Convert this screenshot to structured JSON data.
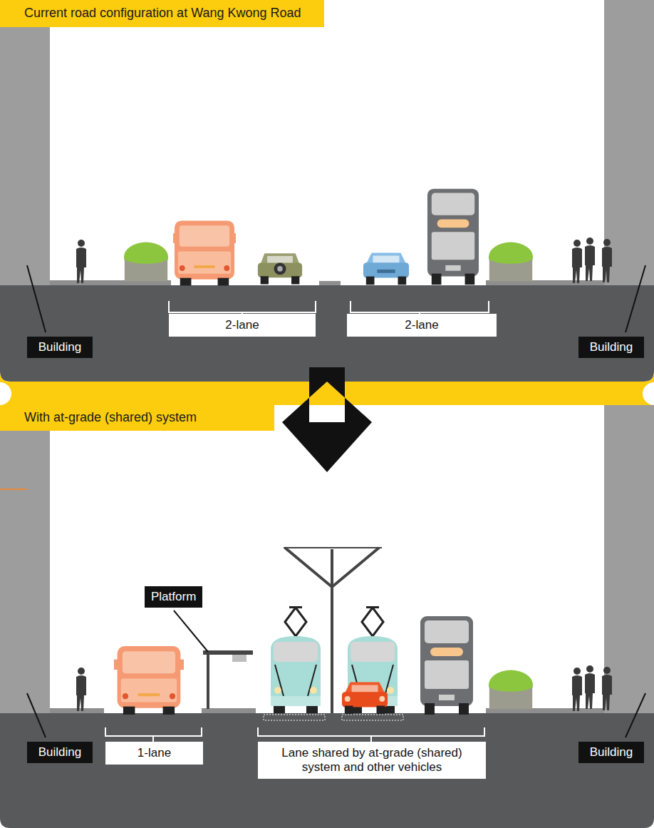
{
  "diagram": {
    "nodes": [
      {
        "text": [
          "Current road configuration at Wang Kwong Road"
        ]
      },
      {
        "text": [
          "Building"
        ]
      },
      {
        "text": [
          "2-lane"
        ]
      },
      {
        "text": [
          "2-lane"
        ]
      },
      {
        "text": [
          "Building"
        ]
      },
      {
        "text": [
          "With at-grade (shared) system"
        ]
      },
      {
        "text": [
          "Platform"
        ]
      },
      {
        "text": [
          "Building"
        ]
      },
      {
        "text": [
          "1-lane"
        ]
      },
      {
        "text": [
          "Lane shared by at-grade (shared) system and other vehicles"
        ]
      },
      {
        "text": [
          "Building"
        ]
      }
    ]
  }
}
